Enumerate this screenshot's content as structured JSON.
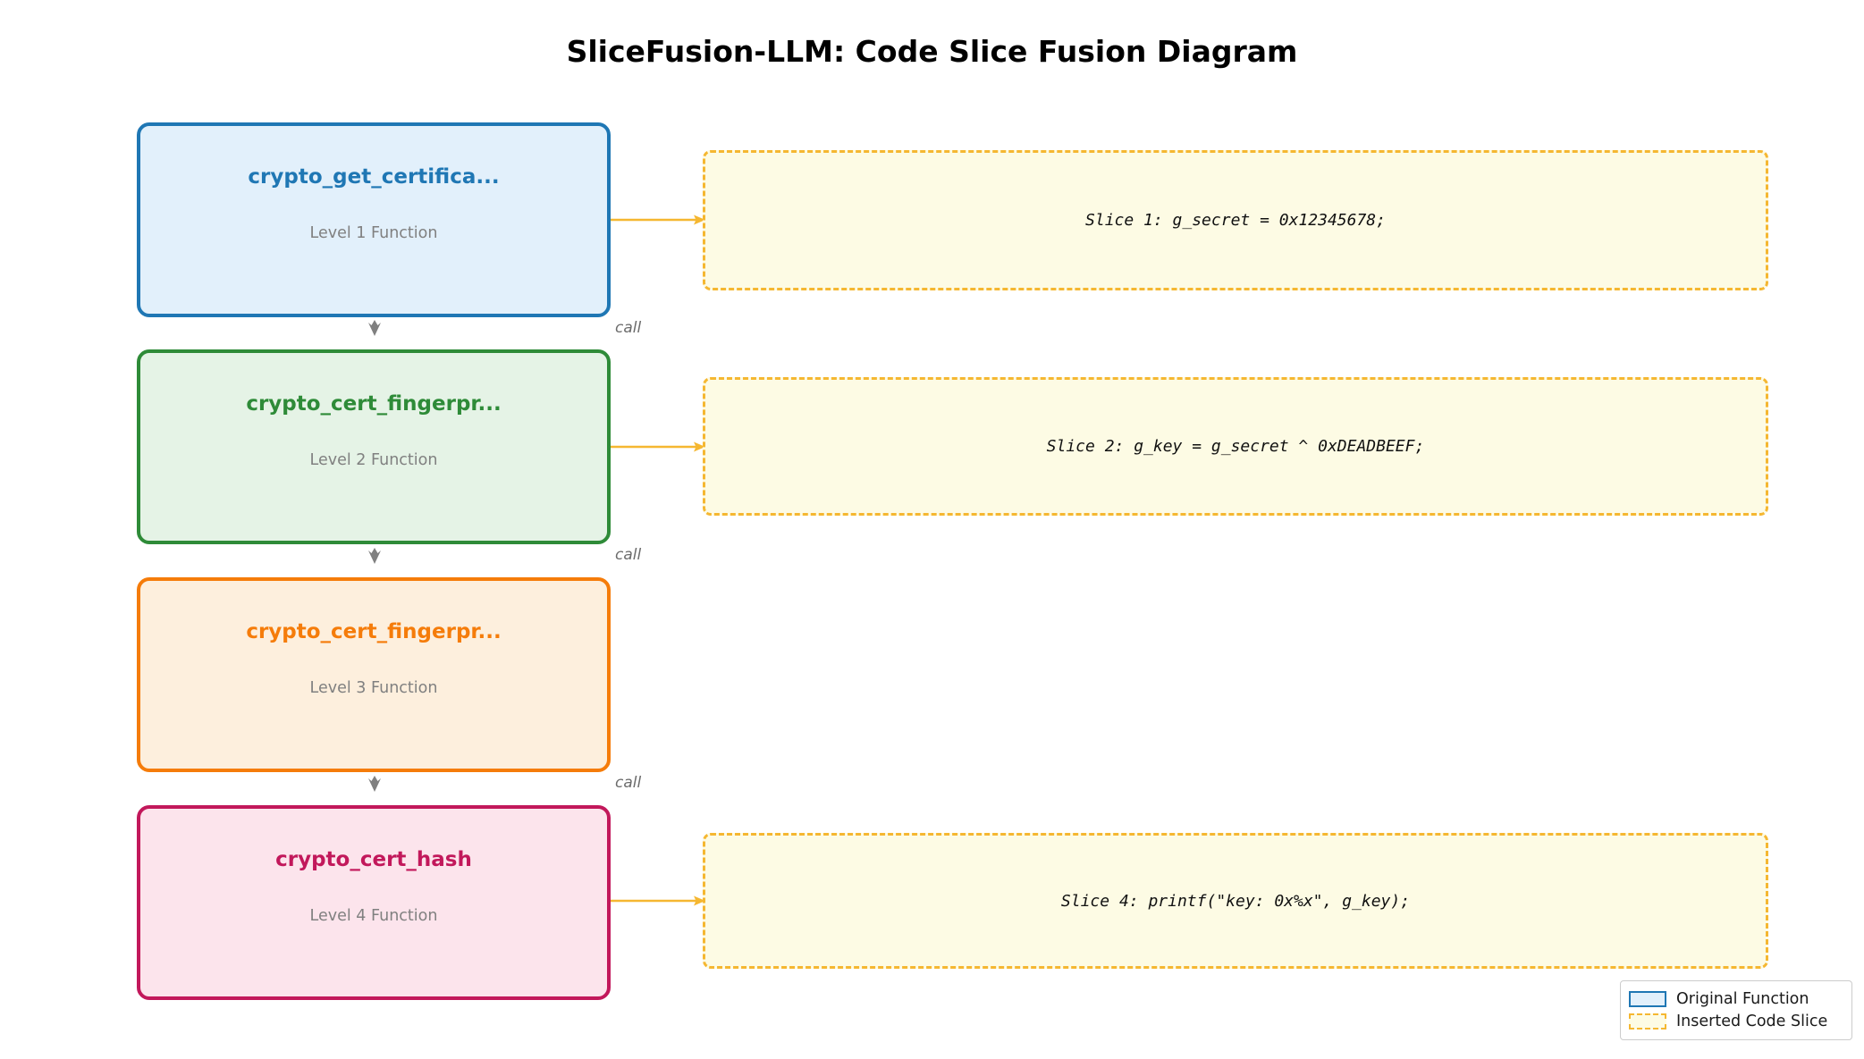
{
  "title": "SliceFusion-LLM: Code Slice Fusion Diagram",
  "functions": [
    {
      "name": "crypto_get_certifica...",
      "level_label": "Level 1 Function",
      "color": "#1f77b4",
      "fill": "#e2f0fb"
    },
    {
      "name": "crypto_cert_fingerpr...",
      "level_label": "Level 2 Function",
      "color": "#2e8b38",
      "fill": "#e5f3e6"
    },
    {
      "name": "crypto_cert_fingerpr...",
      "level_label": "Level 3 Function",
      "color": "#f57c0a",
      "fill": "#fdefdd"
    },
    {
      "name": "crypto_cert_hash",
      "level_label": "Level 4 Function",
      "color": "#c2185b",
      "fill": "#fce4ec"
    }
  ],
  "call_edges": [
    {
      "label": "call"
    },
    {
      "label": "call"
    },
    {
      "label": "call"
    }
  ],
  "slices": [
    {
      "id": "slice-1",
      "text": "Slice 1: g_secret = 0x12345678;"
    },
    {
      "id": "slice-2",
      "text": "Slice 2: g_key = g_secret ^ 0xDEADBEEF;"
    },
    {
      "id": "slice-4",
      "text": "Slice 4: printf(\"key: 0x%x\", g_key);"
    }
  ],
  "legend": {
    "items": [
      {
        "label": "Original Function",
        "style": "solid",
        "color": "#1f77b4",
        "fill": "#e2f0fb"
      },
      {
        "label": "Inserted Code Slice",
        "style": "dashed",
        "color": "#f5b731",
        "fill": "#fdfbe4"
      }
    ]
  },
  "colors": {
    "background": "#ffffff",
    "slice_border": "#f5b731",
    "slice_fill": "#fdfbe4",
    "arrow": "#f5b731",
    "call_arrow": "#808080",
    "muted_text": "#808080"
  }
}
